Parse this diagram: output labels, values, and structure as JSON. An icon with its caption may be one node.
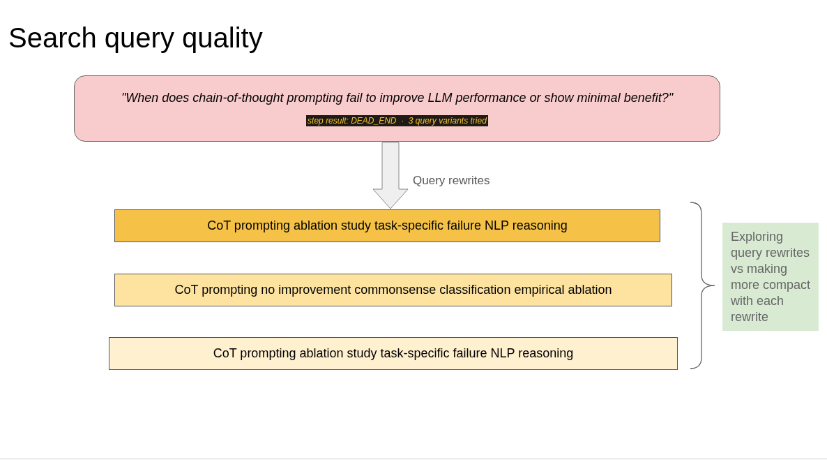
{
  "diagram": {
    "title": "Search query quality",
    "nodes": [
      {
        "text": [
          "\"When does chain-of-thought prompting fail to improve LLM performance or show minimal benefit?\"",
          "step result: DEAD_END  ·  3 query variants tried"
        ]
      },
      {
        "text": [
          "CoT prompting ablation study task-specific failure NLP reasoning"
        ]
      },
      {
        "text": [
          "CoT prompting no improvement commonsense classification empirical ablation"
        ]
      },
      {
        "text": [
          "CoT prompting ablation study task-specific failure NLP reasoning"
        ]
      },
      {
        "text": [
          "Exploring query rewrites vs making more compact with each rewrite"
        ]
      }
    ],
    "edges": [
      {
        "from": 0,
        "to": 1,
        "arrow": "to",
        "label": "Query rewrites"
      }
    ]
  }
}
